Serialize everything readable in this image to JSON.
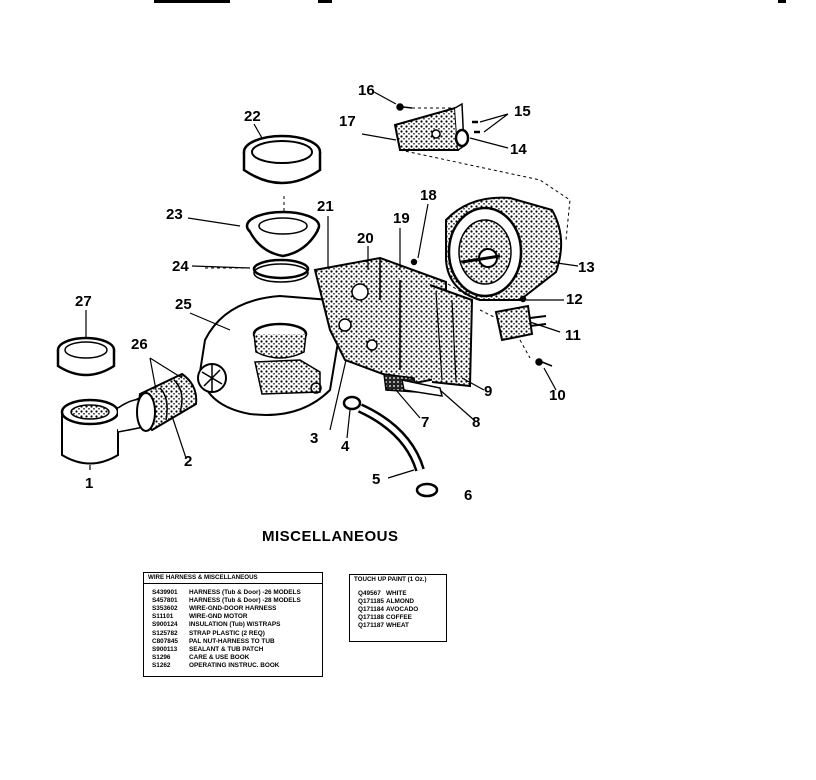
{
  "section_title": "MISCELLANEOUS",
  "callouts": [
    {
      "id": "1",
      "label": "1"
    },
    {
      "id": "2",
      "label": "2"
    },
    {
      "id": "3",
      "label": "3"
    },
    {
      "id": "4",
      "label": "4"
    },
    {
      "id": "5",
      "label": "5"
    },
    {
      "id": "6",
      "label": "6"
    },
    {
      "id": "7",
      "label": "7"
    },
    {
      "id": "8",
      "label": "8"
    },
    {
      "id": "9",
      "label": "9"
    },
    {
      "id": "10",
      "label": "10"
    },
    {
      "id": "11",
      "label": "11"
    },
    {
      "id": "12",
      "label": "12"
    },
    {
      "id": "13",
      "label": "13"
    },
    {
      "id": "14",
      "label": "14"
    },
    {
      "id": "15",
      "label": "15"
    },
    {
      "id": "16",
      "label": "16"
    },
    {
      "id": "17",
      "label": "17"
    },
    {
      "id": "18",
      "label": "18"
    },
    {
      "id": "19",
      "label": "19"
    },
    {
      "id": "20",
      "label": "20"
    },
    {
      "id": "21",
      "label": "21"
    },
    {
      "id": "22",
      "label": "22"
    },
    {
      "id": "23",
      "label": "23"
    },
    {
      "id": "24",
      "label": "24"
    },
    {
      "id": "25",
      "label": "25"
    },
    {
      "id": "26",
      "label": "26"
    },
    {
      "id": "27",
      "label": "27"
    }
  ],
  "wire_table": {
    "heading": "WIRE HARNESS & MISCELLANEOUS",
    "rows": [
      {
        "part": "S439901",
        "desc": "HARNESS (Tub & Door) -26 MODELS"
      },
      {
        "part": "S457801",
        "desc": "HARNESS (Tub & Door) -28 MODELS"
      },
      {
        "part": "S353602",
        "desc": "WIRE-GND-DOOR HARNESS"
      },
      {
        "part": "S11101",
        "desc": "WIRE-GND MOTOR"
      },
      {
        "part": "S900124",
        "desc": "INSULATION (Tub) W/STRAPS"
      },
      {
        "part": "S125782",
        "desc": "STRAP PLASTIC (2 REQ)"
      },
      {
        "part": "C807845",
        "desc": "PAL NUT-HARNESS TO TUB"
      },
      {
        "part": "S900113",
        "desc": "SEALANT & TUB PATCH"
      },
      {
        "part": "S1296",
        "desc": "CARE & USE BOOK"
      },
      {
        "part": "S1262",
        "desc": "OPERATING INSTRUC. BOOK"
      }
    ]
  },
  "paint_table": {
    "heading": "TOUCH UP PAINT (1 Oz.)",
    "rows": [
      {
        "part": "Q49567",
        "desc": "WHITE"
      },
      {
        "part": "Q171185",
        "desc": "ALMOND"
      },
      {
        "part": "Q171184",
        "desc": "AVOCADO"
      },
      {
        "part": "Q171188",
        "desc": "COFFEE"
      },
      {
        "part": "Q171187",
        "desc": "WHEAT"
      }
    ]
  }
}
